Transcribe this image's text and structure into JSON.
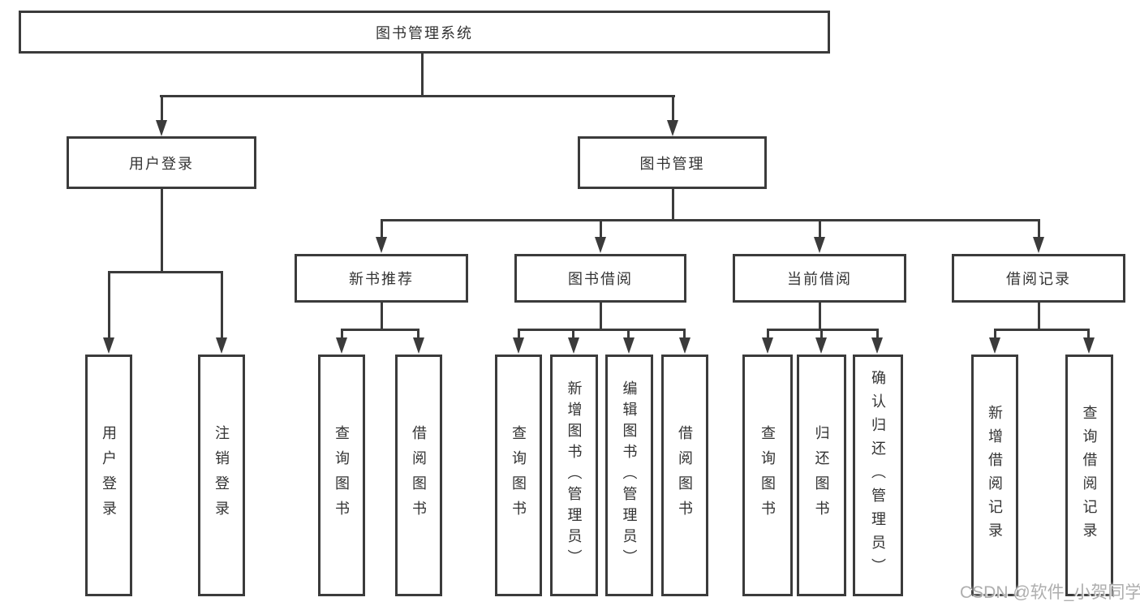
{
  "colors": {
    "line": "#3b3b3b",
    "text": "#333333",
    "watermark": "#aaaaaa",
    "background": "#ffffff"
  },
  "watermark": {
    "text": "CSDN @软件_小贺同学"
  },
  "diagram": {
    "root": {
      "label": "图书管理系统"
    },
    "level2": [
      {
        "label": "用户登录"
      },
      {
        "label": "图书管理"
      }
    ],
    "level3": [
      {
        "label": "新书推荐",
        "parent": "图书管理"
      },
      {
        "label": "图书借阅",
        "parent": "图书管理"
      },
      {
        "label": "当前借阅",
        "parent": "图书管理"
      },
      {
        "label": "借阅记录",
        "parent": "图书管理"
      }
    ],
    "leaves": [
      {
        "label": "用户登录",
        "parent": "用户登录"
      },
      {
        "label": "注销登录",
        "parent": "用户登录"
      },
      {
        "label": "查询图书",
        "parent": "新书推荐"
      },
      {
        "label": "借阅图书",
        "parent": "新书推荐"
      },
      {
        "label": "查询图书",
        "parent": "图书借阅"
      },
      {
        "label": "新增图书（管理员）",
        "parent": "图书借阅"
      },
      {
        "label": "编辑图书（管理员）",
        "parent": "图书借阅"
      },
      {
        "label": "借阅图书",
        "parent": "图书借阅"
      },
      {
        "label": "查询图书",
        "parent": "当前借阅"
      },
      {
        "label": "归还图书",
        "parent": "当前借阅"
      },
      {
        "label": "确认归还（管理员）",
        "parent": "当前借阅"
      },
      {
        "label": "新增借阅记录",
        "parent": "借阅记录"
      },
      {
        "label": "查询借阅记录",
        "parent": "借阅记录"
      }
    ]
  }
}
